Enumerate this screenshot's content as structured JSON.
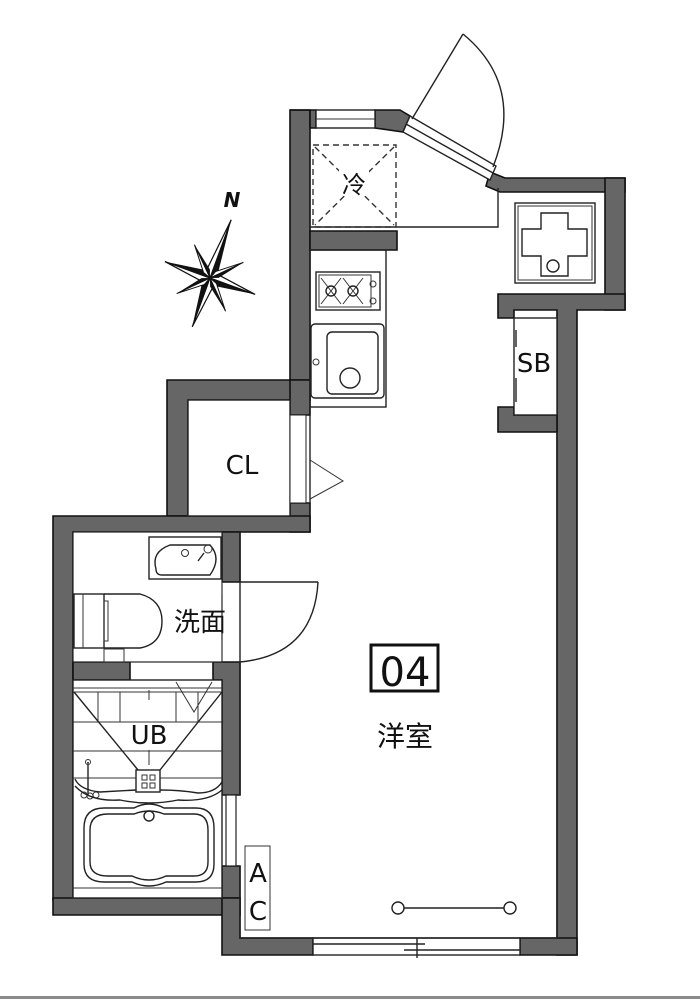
{
  "floor_plan": {
    "unit_number": "04",
    "rooms": {
      "main_room": "洋室",
      "closet": "CL",
      "washroom": "洗面",
      "unit_bath": "UB",
      "shoe_box": "SB",
      "refrigerator": "冷",
      "air_conditioner_line1": "A",
      "air_conditioner_line2": "C"
    },
    "compass": {
      "label": "N"
    },
    "colors": {
      "wall_fill": "#666666",
      "line": "#222222",
      "background": "#ffffff"
    }
  }
}
